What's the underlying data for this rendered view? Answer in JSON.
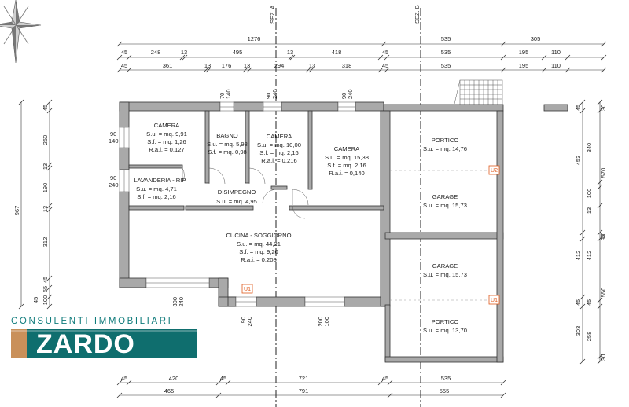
{
  "sections": {
    "a": "SEZ. A",
    "b": "SEZ. B"
  },
  "dims_top_total": [
    "1276",
    "535",
    "305"
  ],
  "dims_top_mid": [
    "45",
    "248",
    "13",
    "495",
    "13",
    "418",
    "45",
    "535",
    "195",
    "110"
  ],
  "dims_top_inner": [
    "45",
    "361",
    "13",
    "176",
    "13",
    "294",
    "13",
    "318",
    "45",
    "535",
    "195",
    "110"
  ],
  "dims_bottom_upper": [
    "45",
    "420",
    "45",
    "721",
    "45",
    "535"
  ],
  "dims_bottom_lower": [
    "465",
    "791",
    "555"
  ],
  "dims_left_outer": [
    "967"
  ],
  "dims_left_inner": [
    "45",
    "250",
    "13",
    "190",
    "13",
    "312",
    "45",
    "55",
    "45",
    "100"
  ],
  "dims_right_inner": [
    "45",
    "453",
    "412",
    "303",
    "45"
  ],
  "dims_right_outer": [
    "30",
    "340",
    "570",
    "100",
    "13",
    "30",
    "412",
    "30",
    "550",
    "45",
    "258",
    "30"
  ],
  "openings": [
    {
      "w": "70",
      "h": "140"
    },
    {
      "w": "90",
      "h": "240"
    },
    {
      "w": "90",
      "h": "240"
    },
    {
      "w": "90",
      "h": "140"
    },
    {
      "w": "90",
      "h": "240"
    },
    {
      "w": "300",
      "h": "240"
    },
    {
      "w": "90",
      "h": "240"
    },
    {
      "w": "200",
      "h": "100"
    }
  ],
  "rooms": {
    "camera1": {
      "name": "CAMERA",
      "su": "S.u. = mq. 9,91",
      "sf": "S.f. = mq. 1,26",
      "rai": "R.a.i. = 0,127"
    },
    "bagno": {
      "name": "BAGNO",
      "su": "S.u. = mq. 5,98",
      "sf": "S.f. = mq. 0,98"
    },
    "camera2": {
      "name": "CAMERA",
      "su": "S.u. = mq. 10,00",
      "sf": "S.f. = mq. 2,16",
      "rai": "R.a.i. = 0,216"
    },
    "camera3": {
      "name": "CAMERA",
      "su": "S.u. = mq. 15,38",
      "sf": "S.f. = mq. 2,16",
      "rai": "R.a.i. = 0,140"
    },
    "lavanderia": {
      "name": "LAVANDERIA - RIP.",
      "su": "S.u. = mq. 4,71",
      "sf": "S.f. = mq. 2,16"
    },
    "disimpegno": {
      "name": "DISIMPEGNO",
      "su": "S.u. = mq. 4,95"
    },
    "cucina": {
      "name": "CUCINA - SOGGIORNO",
      "su": "S.u. = mq. 44,21",
      "sf": "S.f. = mq. 9,20",
      "rai": "R.a.i. = 0,208"
    },
    "portico1": {
      "name": "PORTICO",
      "su": "S.u. = mq. 14,76"
    },
    "garage1": {
      "name": "GARAGE",
      "su": "S.u. = mq. 15,73"
    },
    "garage2": {
      "name": "GARAGE",
      "su": "S.u. = mq. 15,73"
    },
    "portico2": {
      "name": "PORTICO",
      "su": "S.u. = mq. 13,70"
    }
  },
  "markers": {
    "u1a": "U1",
    "u1b": "U1",
    "u2": "U2"
  },
  "logo": {
    "tagline": "CONSULENTI IMMOBILIARI",
    "name": "ZARDO"
  },
  "colors": {
    "wall": "#a9a9a9",
    "marker": "#e05a1c",
    "logo": "#0f6e6e"
  }
}
